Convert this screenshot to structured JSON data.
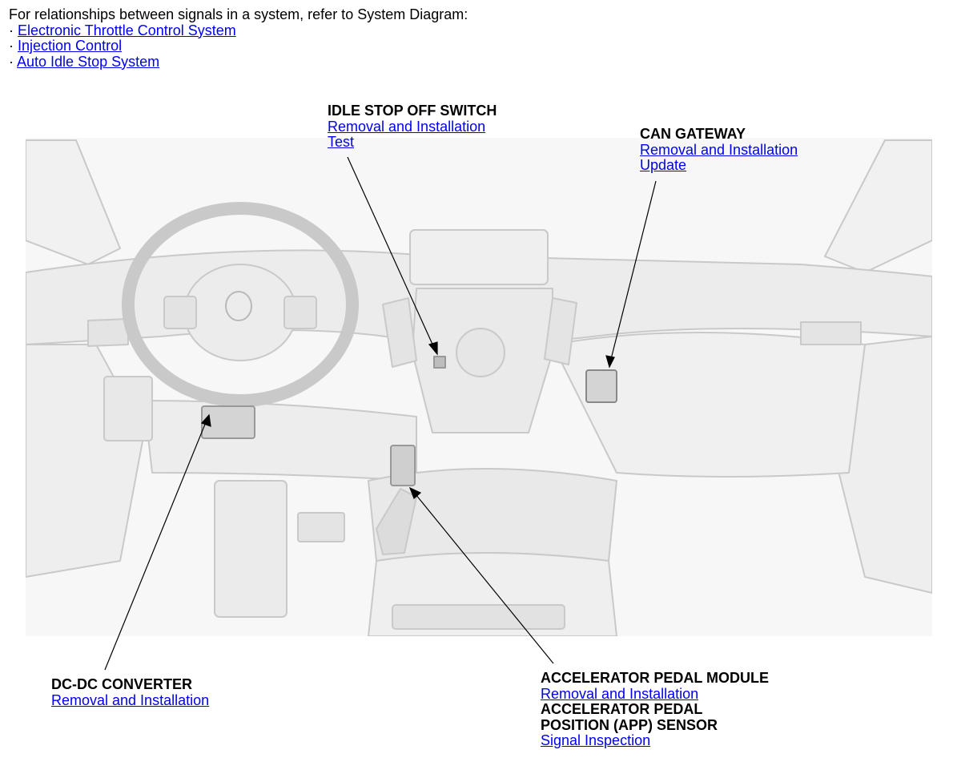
{
  "intro": {
    "text": "For relationships between signals in a system, refer to System Diagram:",
    "bullet": "·",
    "links": [
      "Electronic Throttle Control System",
      "Injection Control",
      "Auto Idle Stop System"
    ]
  },
  "callouts": {
    "idle_stop_switch": {
      "title": "IDLE STOP OFF SWITCH",
      "links": [
        "Removal and Installation",
        "Test"
      ]
    },
    "can_gateway": {
      "title": "CAN GATEWAY",
      "links": [
        "Removal and Installation",
        "Update"
      ]
    },
    "dcdc_converter": {
      "title": "DC-DC CONVERTER",
      "links": [
        "Removal and Installation"
      ]
    },
    "accel_pedal_module": {
      "title": "ACCELERATOR PEDAL MODULE",
      "links": [
        "Removal and Installation"
      ],
      "title2_line1": "ACCELERATOR PEDAL",
      "title2_line2": "POSITION (APP) SENSOR",
      "links2": [
        "Signal Inspection"
      ]
    }
  }
}
